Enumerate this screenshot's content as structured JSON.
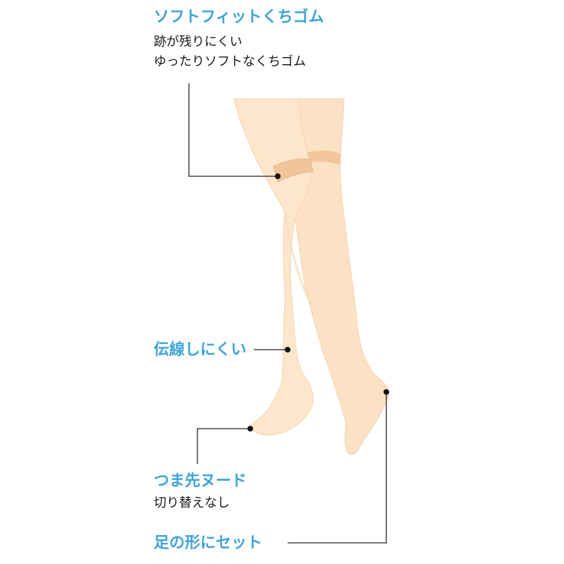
{
  "callouts": {
    "cuff": {
      "title": "ソフトフィットくちゴム",
      "lines": [
        "跡が残りにくい",
        "ゆったりソフトなくちゴム"
      ]
    },
    "runs": {
      "title": "伝線しにくい"
    },
    "toe": {
      "title": "つま先ヌード",
      "lines": [
        "切り替えなし"
      ]
    },
    "heel": {
      "title": "足の形にセット"
    }
  },
  "colors": {
    "accent": "#3ea3d8",
    "text": "#1a1a1a",
    "stocking": "#fbe2c4",
    "stocking_shadow": "#f4cfa6",
    "cuff_band": "#f2c49a",
    "leader_line": "#222222"
  }
}
